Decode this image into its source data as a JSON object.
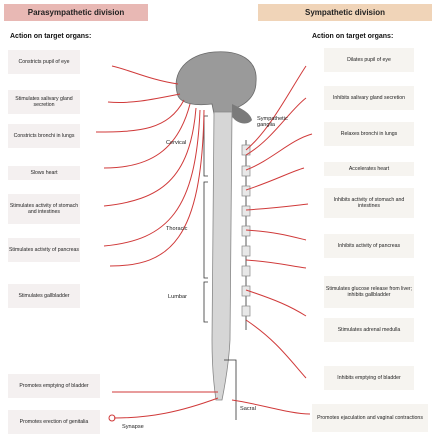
{
  "headers": {
    "parasympathetic": "Parasympathetic division",
    "sympathetic": "Sympathetic division"
  },
  "subheaders": {
    "left": "Action on target organs:",
    "right": "Action on target organs:"
  },
  "parasympathetic_actions": [
    "Constricts pupil of eye",
    "Stimulates salivary gland secretion",
    "Constricts bronchi in lungs",
    "Slows heart",
    "Stimulates activity of stomach and intestines",
    "Stimulates activity of pancreas",
    "Stimulates gallbladder",
    "Promotes emptying of bladder",
    "Promotes erection of genitalia"
  ],
  "sympathetic_actions": [
    "Dilates pupil of eye",
    "Inhibits salivary gland secretion",
    "Relaxes bronchi in lungs",
    "Accelerates heart",
    "Inhibits activity of stomach and intestines",
    "Inhibits activity of pancreas",
    "Stimulates glucose release from liver; inhibits gallbladder",
    "Stimulates adrenal medulla",
    "Inhibits emptying of bladder",
    "Promotes ejaculation and vaginal contractions"
  ],
  "spinal_labels": {
    "sympathetic_ganglia": "Sympathetic ganglia",
    "cervical": "Cervical",
    "thoracic": "Thoracic",
    "lumbar": "Lumbar",
    "sacral": "Sacral",
    "synapse": "Synapse"
  },
  "colors": {
    "nerve": "#d03a3a",
    "cord": "#9a9a9a",
    "brain": "#8a8a8a",
    "left_header_bg": "#e8b8b4",
    "right_header_bg": "#f0d4b8"
  }
}
